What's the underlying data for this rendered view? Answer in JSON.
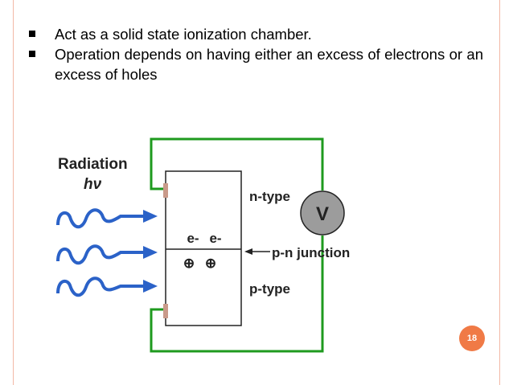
{
  "bullets": [
    "Act as a solid state ionization chamber.",
    "Operation depends on having either an excess of electrons or an excess of holes"
  ],
  "diagram": {
    "radiation_label": "Radiation",
    "photon_label": "hν",
    "voltmeter_label": "V",
    "n_type_label": "n-type",
    "p_type_label": "p-type",
    "junction_label": "p-n junction",
    "electron_labels": [
      "e-",
      "e-"
    ],
    "hole_labels": [
      "⊕",
      "⊕"
    ],
    "colors": {
      "circuit": "#1e9a1e",
      "wave": "#2b62c8",
      "voltmeter": "#9c9c9c"
    }
  },
  "slide": {
    "page_number": "18",
    "accent_color": "#f07a46"
  }
}
